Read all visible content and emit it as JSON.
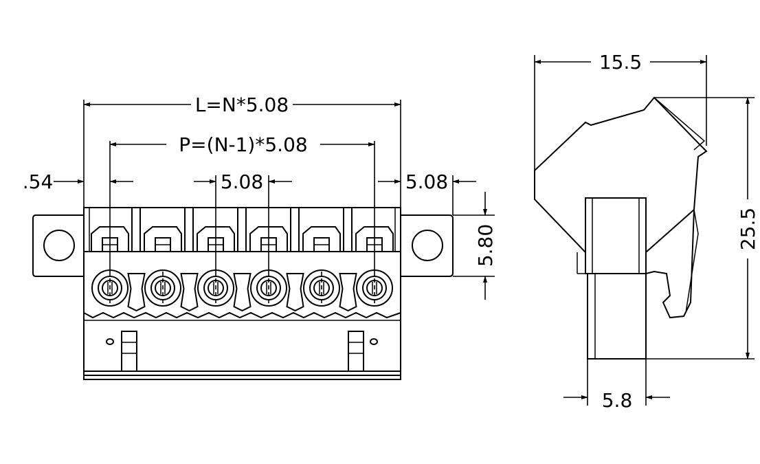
{
  "front_view": {
    "overall_length_label": "L=N*5.08",
    "pitch_span_label": "P=(N-1)*5.08",
    "flange_offset_label": ".54",
    "pitch_label": "5.08",
    "end_pitch_label": "5.08",
    "height_label": "5.80",
    "pin_count": 6
  },
  "side_view": {
    "width_label": "15.5",
    "height_label": "25.5",
    "bottom_width_label": "5.8"
  }
}
